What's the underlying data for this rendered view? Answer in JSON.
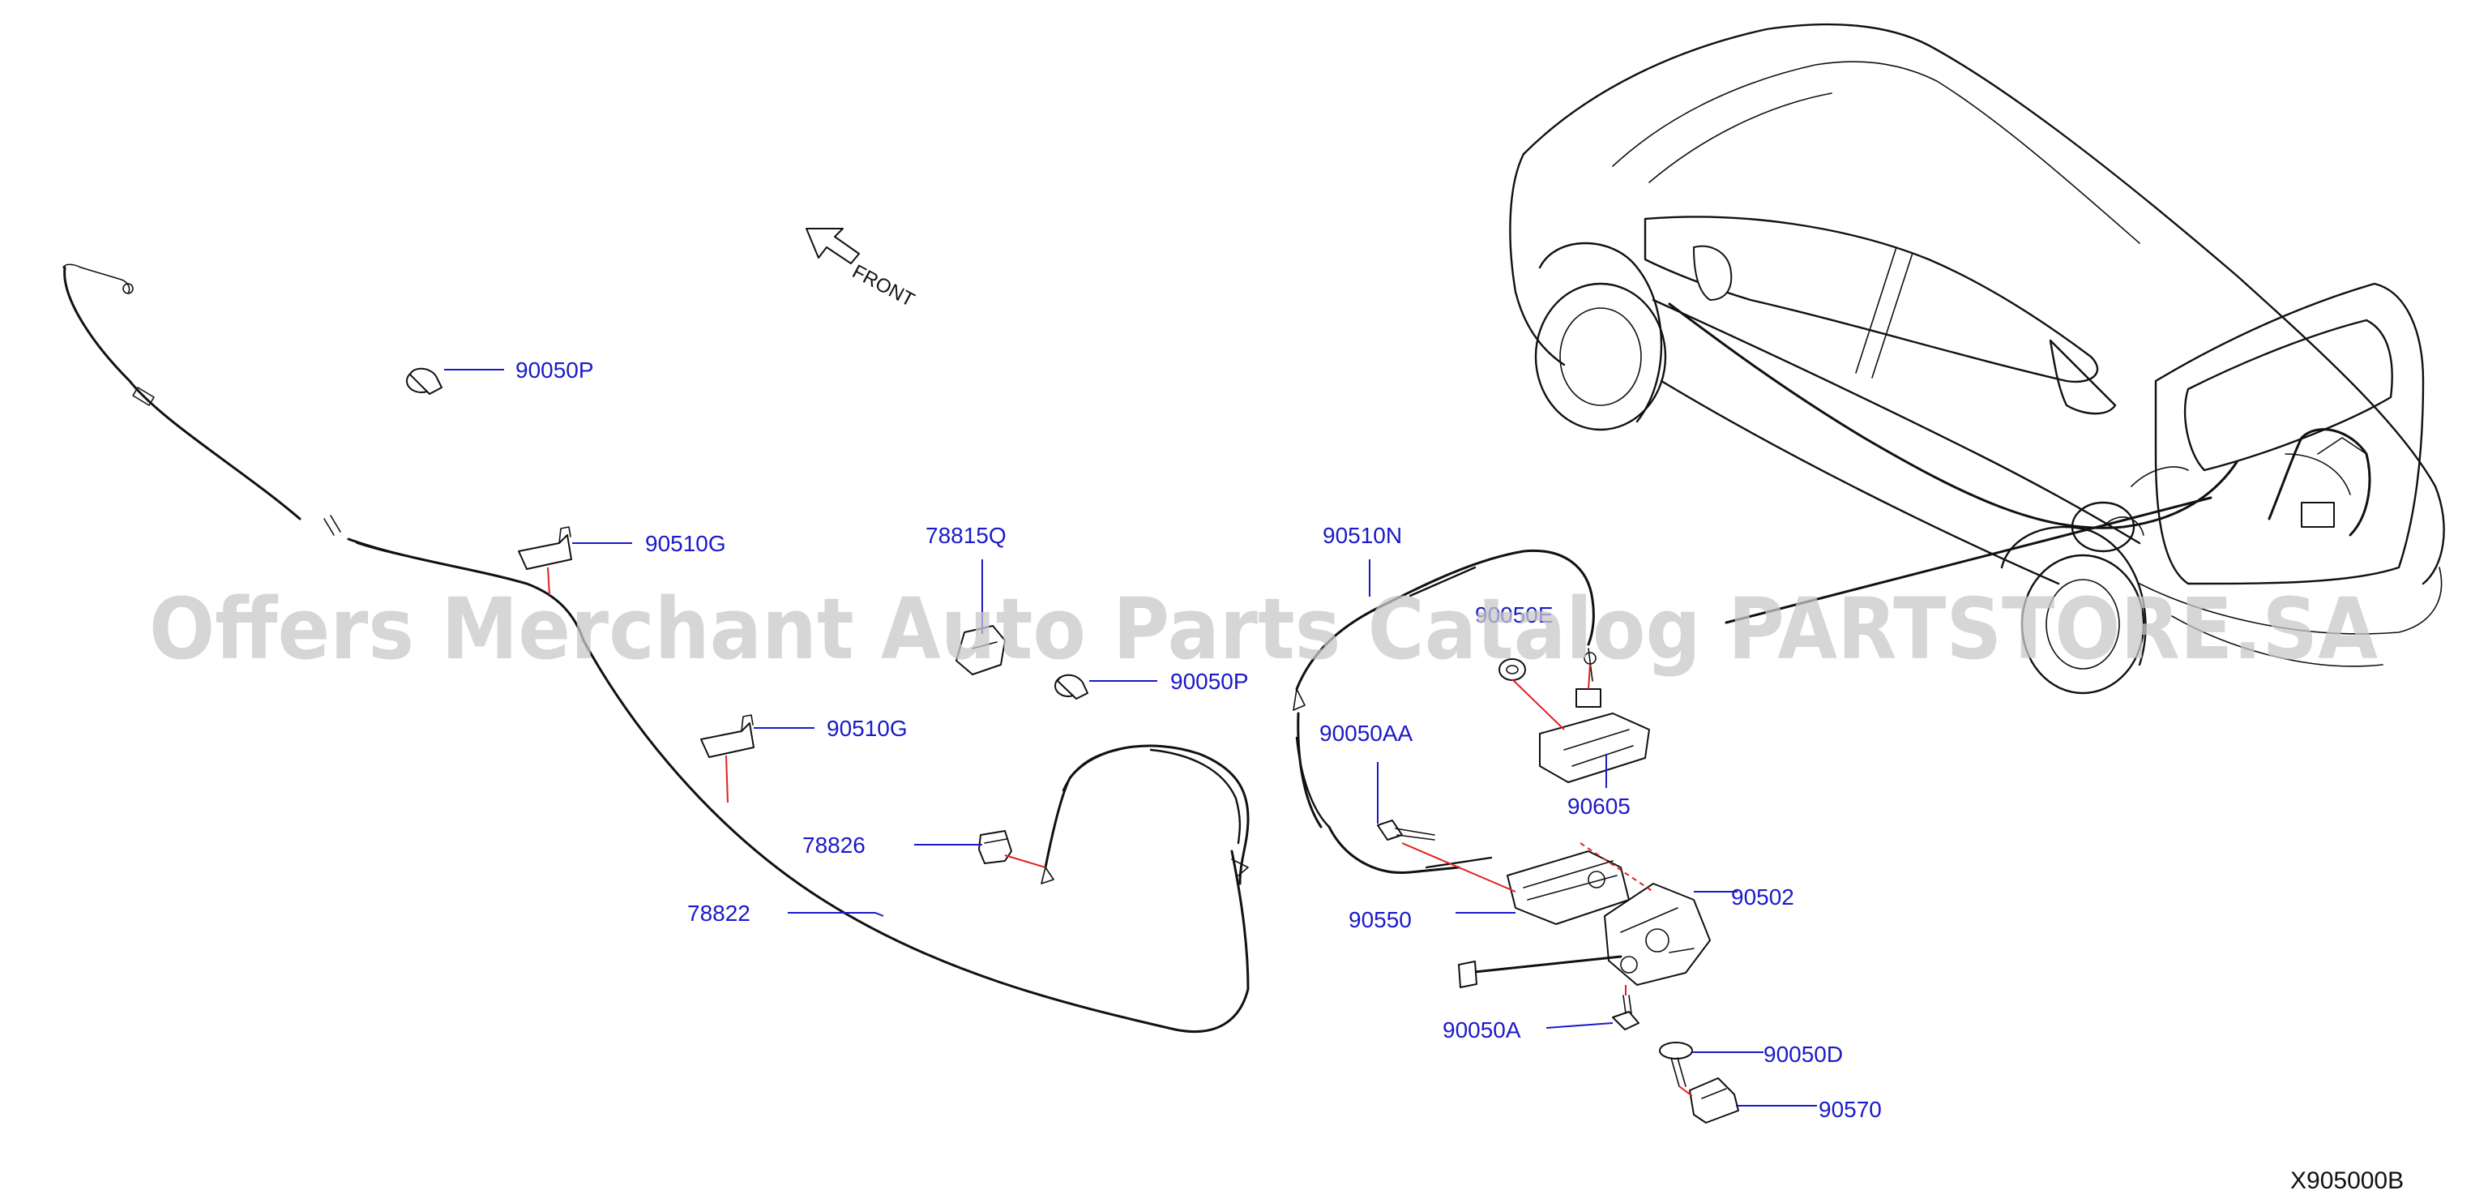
{
  "diagram": {
    "drawing_number": "X905000B",
    "front_indicator": "FRONT",
    "watermark": "Offers Merchant Auto Parts Catalog PARTSTORE.SA",
    "part_labels": {
      "p90050P_a": "90050P",
      "p90510G_a": "90510G",
      "p78815Q": "78815Q",
      "p90050P_b": "90050P",
      "p90510G_b": "90510G",
      "p78826": "78826",
      "p78822": "78822",
      "p90510N": "90510N",
      "p90050E": "90050E",
      "p90050AA": "90050AA",
      "p90605": "90605",
      "p90502": "90502",
      "p90550": "90550",
      "p90050A": "90050A",
      "p90050D": "90050D",
      "p90570": "90570"
    },
    "colors": {
      "label": "#1a1ac8",
      "leader": "#1a1ac8",
      "install_line": "#e02020",
      "linework": "#111111",
      "watermark": "#c8c8c8"
    }
  }
}
